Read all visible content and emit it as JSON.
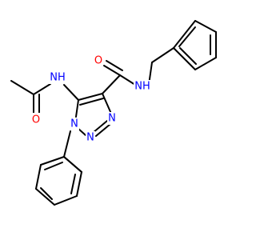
{
  "molecule": {
    "colors": {
      "bond": "#000000",
      "oxygen": "#ff0000",
      "nitrogen": "#0000ff"
    },
    "labels": {
      "oxygen_acetyl": "O",
      "nh_acetamido": "NH",
      "oxygen_amide": "O",
      "nh_amide": "NH",
      "n1": "N",
      "n2": "N",
      "n3": "N"
    }
  }
}
